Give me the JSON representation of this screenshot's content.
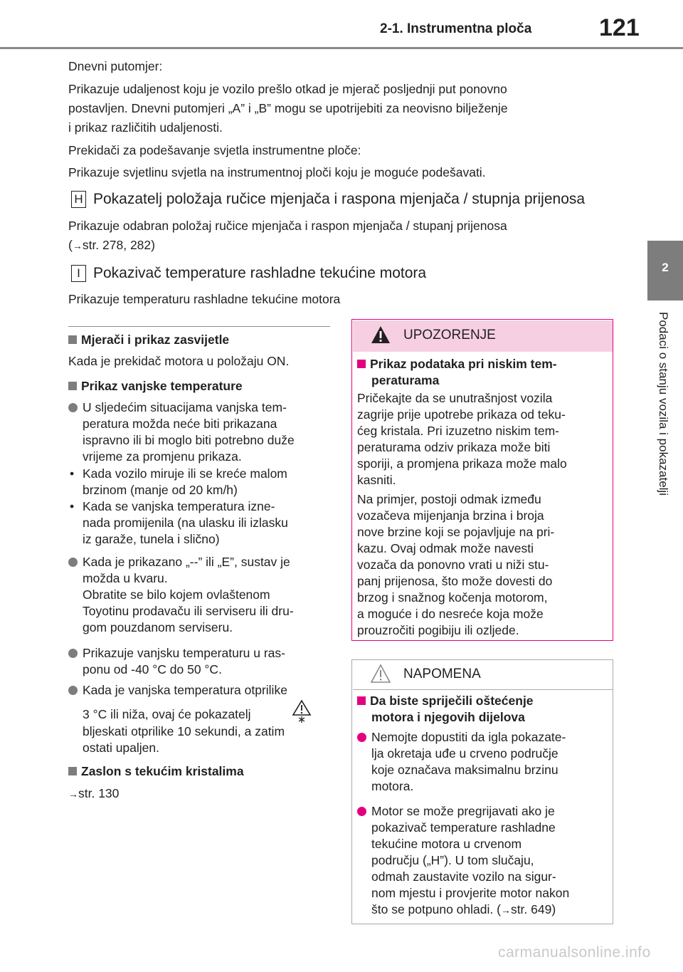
{
  "header": {
    "section_title": "2-1. Instrumentna ploča",
    "page_number": "121"
  },
  "side_tab": {
    "chapter_number": "2",
    "chapter_title": "Podaci o stanju vozila i pokazatelji"
  },
  "intro": {
    "trip_label": "Dnevni putomjer:",
    "trip_desc_1": "Prikazuje udaljenost koju je vozilo prešlo otkad je mjerač posljednji put ponovno",
    "trip_desc_2": "postavljen. Dnevni putomjeri „A” i „B” mogu se upotrijebiti za neovisno bilježenje",
    "trip_desc_3": "i prikaz različitih udaljenosti.",
    "switch_label": "Prekidači za podešavanje svjetla instrumentne ploče:",
    "switch_desc": "Prikazuje svjetlinu svjetla na instrumentnoj ploči koju je moguće podešavati."
  },
  "item_h": {
    "letter": "H",
    "title": "Pokazatelj položaja ručice mjenjača i raspona mjenjača / stupnja prijenosa",
    "desc_1": "Prikazuje odabran položaj ručice mjenjača i raspon mjenjača / stupanj prijenosa",
    "desc_2_prefix": "(",
    "desc_2_arrow": "→",
    "desc_2_ref": "str. 278, 282)"
  },
  "item_i": {
    "letter": "I",
    "title": "Pokazivač temperature rashladne tekućine motora",
    "desc": "Prikazuje temperaturu rashladne tekućine motora"
  },
  "left_col": {
    "h1": "Mjerači i prikaz zasvijetle",
    "h1_text": "Kada je prekidač motora u položaju ON.",
    "h2": "Prikaz vanjske temperature",
    "b1_lines": [
      "U sljedećim situacijama vanjska tem-",
      "peratura možda neće biti prikazana",
      "ispravno ili bi moglo biti potrebno duže",
      "vrijeme za promjenu prikaza."
    ],
    "sub1_lines": [
      "Kada vozilo miruje ili se kreće malom",
      "brzinom (manje od 20 km/h)"
    ],
    "sub2_lines": [
      "Kada se vanjska temperatura izne-",
      "nada promijenila (na ulasku ili izlasku",
      "iz garaže, tunela i slično)"
    ],
    "b2_lines": [
      "Kada je prikazano „--” ili „E”, sustav je",
      "možda u kvaru.",
      "Obratite se bilo kojem ovlaštenom",
      "Toyotinu prodavaču ili serviseru ili dru-",
      "gom pouzdanom serviseru."
    ],
    "b3_lines": [
      "Prikazuje vanjsku temperaturu u ras-",
      "ponu od -40 °C do 50 °C."
    ],
    "b4_line1": "Kada je vanjska temperatura otprilike",
    "b4_line2": "3 °C ili niža, ovaj će pokazatelj",
    "b4_line3": "bljeskati otprilike 10 sekundi, a zatim",
    "b4_line4": "ostati upaljen.",
    "h3": "Zaslon s tekućim kristalima",
    "h3_arrow": "→",
    "h3_ref": "str. 130"
  },
  "warning": {
    "label": "UPOZORENJE",
    "h_lines": [
      "Prikaz podataka pri niskim tem-",
      "peraturama"
    ],
    "p1_lines": [
      "Pričekajte da se unutrašnjost vozila",
      "zagrije prije upotrebe prikaza od teku-",
      "ćeg kristala. Pri izuzetno niskim tem-",
      "peraturama odziv prikaza može biti",
      "sporiji, a promjena prikaza može malo",
      "kasniti."
    ],
    "p2_lines": [
      "Na primjer, postoji odmak između",
      "vozačeva mijenjanja brzina i broja",
      "nove brzine koji se pojavljuje na pri-",
      "kazu. Ovaj odmak može navesti",
      "vozača da ponovno vrati u niži stu-",
      "panj prijenosa, što može dovesti do",
      "brzog i snažnog kočenja motorom,",
      "a moguće i do nesreće koja može",
      "prouzročiti pogibiju ili ozljede."
    ]
  },
  "note": {
    "label": "NAPOMENA",
    "h_lines": [
      "Da biste spriječili oštećenje",
      "motora i njegovih dijelova"
    ],
    "b1_lines": [
      "Nemojte dopustiti da igla pokazate-",
      "lja okretaja uđe u crveno područje",
      "koje označava maksimalnu brzinu",
      "motora."
    ],
    "b2_lines": [
      "Motor se može pregrijavati ako je",
      "pokazivač temperature rashladne",
      "tekućine motora u crvenom",
      "području („H”). U tom slučaju,",
      "odmah zaustavite vozilo na sigur-",
      "nom mjestu i provjerite motor nakon"
    ],
    "b2_last_prefix": "što se potpuno ohladi. (",
    "b2_last_arrow": "→",
    "b2_last_ref": "str. 649)"
  },
  "footer": {
    "watermark": "carmanualsonline.info"
  },
  "colors": {
    "warning_accent": "#e3007f",
    "warning_header_bg": "#f6cfe3",
    "bullet_gray": "#7d7d7d"
  }
}
